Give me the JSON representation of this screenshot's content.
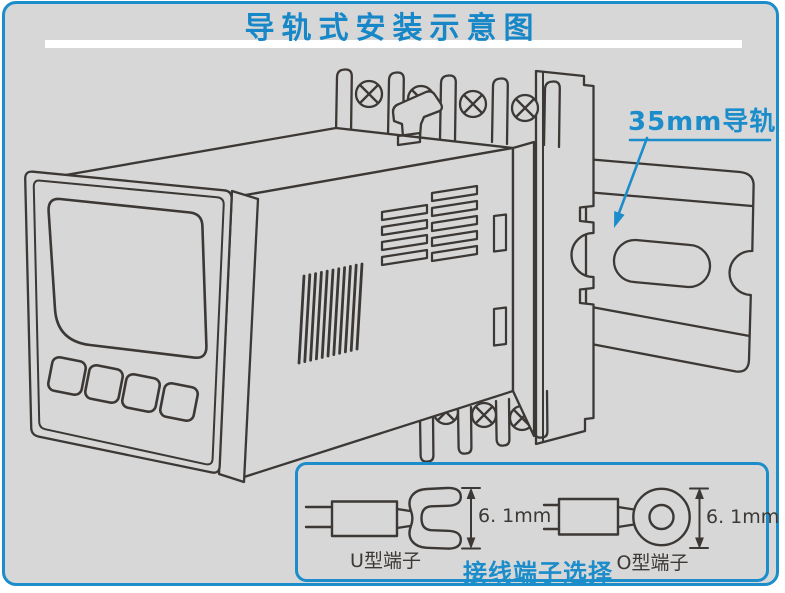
{
  "page": {
    "title": "导轨式安装示意图",
    "background_color": "#d7d7d7",
    "accent_color": "#1b8dcb",
    "line_color": "#3b3835"
  },
  "rail_callout": {
    "label": "35mm导轨"
  },
  "terminal_panel": {
    "heading": "接线端子选择",
    "u_terminal": {
      "label": "U型端子",
      "dimension": "6. 1mm"
    },
    "o_terminal": {
      "label": "O型端子",
      "dimension": "6. 1mm"
    }
  }
}
